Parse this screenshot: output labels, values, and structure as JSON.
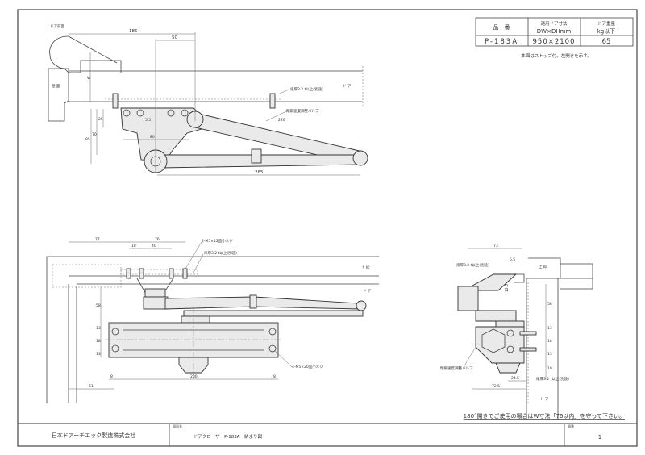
{
  "spec_table": {
    "headers": [
      "品　番",
      "適用ドア寸法",
      "DW×DHmm",
      "ドア重量",
      "kg以下"
    ],
    "row": {
      "model": "P-183A",
      "door_size": "950×2100",
      "weight": "65"
    },
    "note": "本図はストップ付、左開きを示す。"
  },
  "top_view": {
    "door_front_label": "ドア前面",
    "wall_label": "壁 面",
    "door_label": "ド ア",
    "w_label": "W",
    "thickness_label": "扉厚3.2 t以上(別途)",
    "valve_label": "閉鎖速度調整バルブ",
    "dims": {
      "d185": "185",
      "d50": "50",
      "d25": "25",
      "d70": "70",
      "d85": "85",
      "d80": "80",
      "d55": "5.5",
      "d220": "220",
      "d285": "285"
    }
  },
  "front_view": {
    "screw_top_label": "4-M5×12皿小ネジ",
    "thickness_label": "扉厚3.2 t以上(別途)",
    "frame_label": "上 枠",
    "door_label": "ド ア",
    "screw_body_label": "4-M5×20皿小ネジ",
    "dims": {
      "d77": "77",
      "d76": "76",
      "d18": "18",
      "d40": "40",
      "d58": "58",
      "d13a": "13",
      "d18b": "18",
      "d13b": "13",
      "d200": "200",
      "d8a": "8",
      "d8b": "8",
      "d61": "61"
    }
  },
  "side_view": {
    "thickness_top_label": "扉厚3.2 t以上(別途)",
    "frame_label": "上 枠",
    "valve_label": "閉鎖速度調整バルブ",
    "thickness_bottom_label": "扉厚3.2 t以上(別途)",
    "door_label": "ド ア",
    "dims": {
      "d73": "73",
      "d55": "5.5",
      "d125": "12.5",
      "d58": "58",
      "d13a": "13",
      "d18": "18",
      "d13b": "13",
      "d19": "19",
      "d245": "24.5",
      "d725": "72.5"
    }
  },
  "footer_note": "180°開きでご使用の場合はW寸法「76以内」を守って下さい。",
  "title_block": {
    "company": "日本ドアーチエック製造株式会社",
    "drawing_name_label": "図面名",
    "drawing_name": "ドアクローザ　P-183A　納まり図",
    "page_label": "図番",
    "page": "1"
  }
}
